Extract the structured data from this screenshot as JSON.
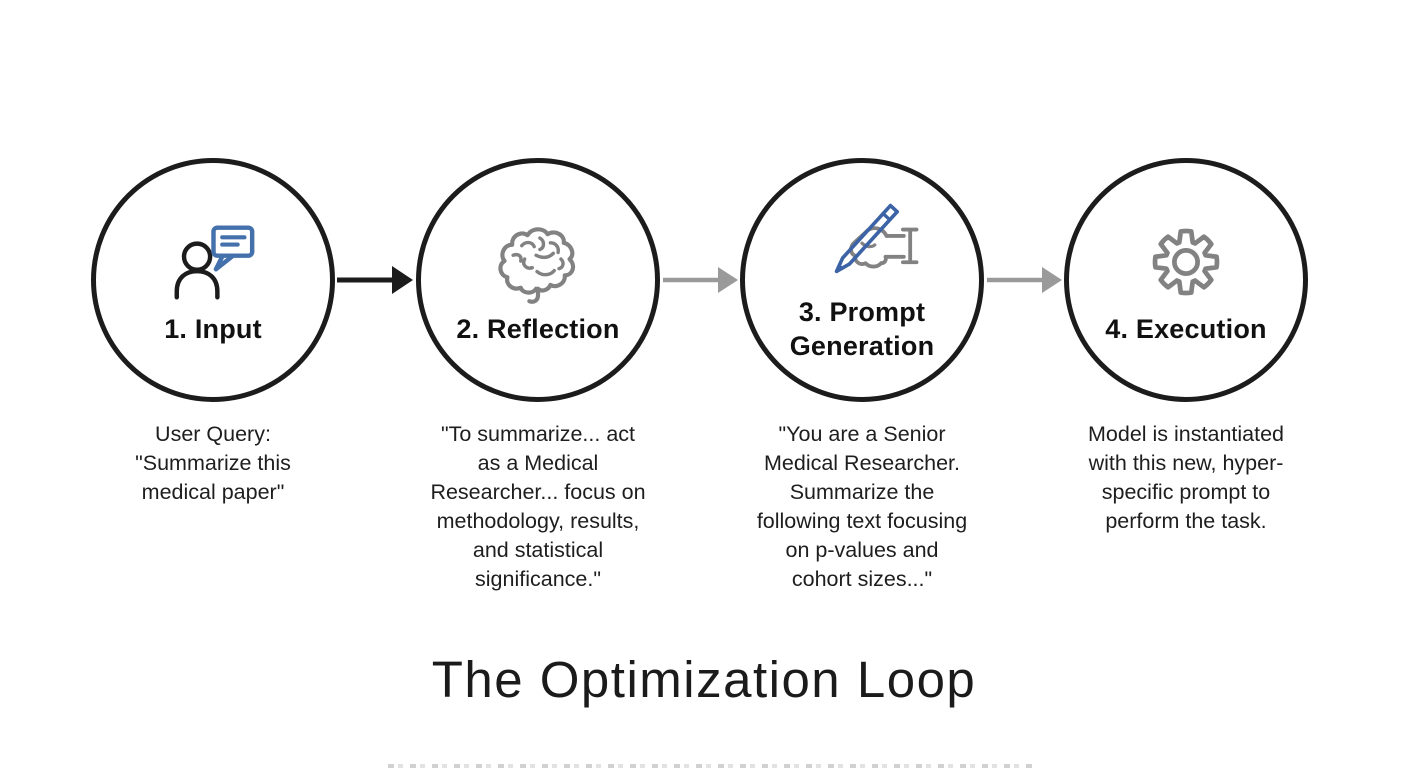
{
  "title": "The Optimization Loop",
  "colors": {
    "outline_black": "#1c1c1c",
    "icon_gray": "#828282",
    "arrow_gray": "#9a9a9a",
    "accent_blue": "#4470ab",
    "pencil_blue": "#3c63a6",
    "text_color": "#1e1e1e"
  },
  "nodes": [
    {
      "label": "1. Input",
      "icon": "person-speech-bubble-icon",
      "description": "User Query:\n\"Summarize this\nmedical paper\""
    },
    {
      "label": "2. Reflection",
      "icon": "brain-icon",
      "description": "\"To summarize... act\nas a Medical\nResearcher... focus on\nmethodology, results,\nand statistical\nsignificance.\""
    },
    {
      "label": "3. Prompt\nGeneration",
      "icon": "writing-hand-pencil-icon",
      "description": "\"You are a Senior\nMedical Researcher.\nSummarize the\nfollowing text focusing\non p-values and\ncohort sizes...\""
    },
    {
      "label": "4. Execution",
      "icon": "gear-icon",
      "description": "Model is instantiated\nwith this new, hyper-\nspecific prompt to\nperform the task."
    }
  ]
}
